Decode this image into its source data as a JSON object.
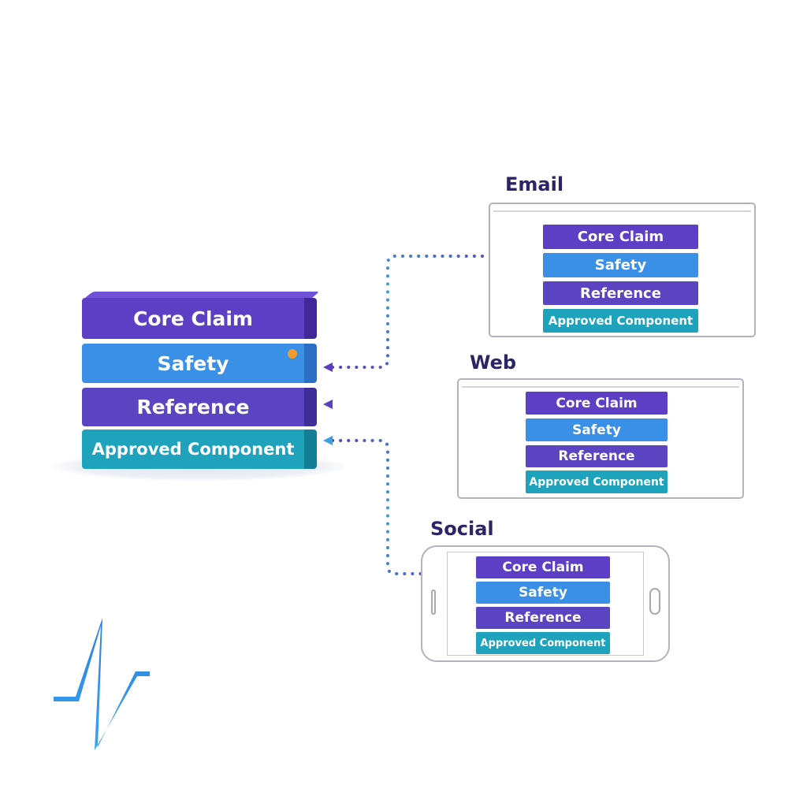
{
  "source_stack": {
    "blocks": [
      "Core Claim",
      "Safety",
      "Reference",
      "Approved Component"
    ]
  },
  "channels": [
    {
      "title": "Email",
      "blocks": [
        "Core Claim",
        "Safety",
        "Reference",
        "Approved Component"
      ]
    },
    {
      "title": "Web",
      "blocks": [
        "Core Claim",
        "Safety",
        "Reference",
        "Approved Component"
      ]
    },
    {
      "title": "Social",
      "blocks": [
        "Core Claim",
        "Safety",
        "Reference",
        "Approved Component"
      ]
    }
  ],
  "colors": {
    "core_claim": "#5c3fc4",
    "safety": "#3a8fe6",
    "reference": "#5a44c2",
    "approved_component": "#1fa3bd",
    "connector_purple": "#5a3fc0",
    "connector_blue": "#3aa0e0",
    "indicator": "#f39a2c",
    "logo": "#2e8fe8"
  },
  "icons": [
    "logo-mark-icon",
    "arrowhead-icon",
    "orange-indicator-dot"
  ]
}
